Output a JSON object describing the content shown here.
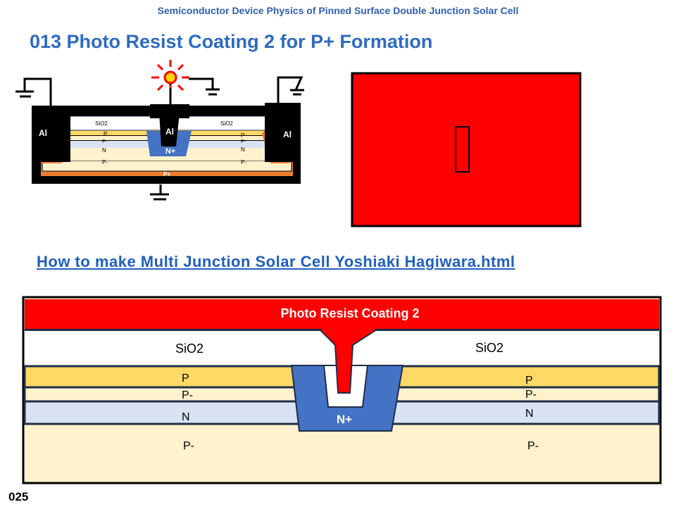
{
  "header": {
    "subtitle": "Semiconductor Device Physics of Pinned Surface Double Junction Solar Cell",
    "title": "013  Photo Resist Coating 2 for P+ Formation"
  },
  "link": {
    "text": "How to make Multi Junction Solar Cell Yoshiaki Hagiwara.html"
  },
  "small_diagram": {
    "al": "Al",
    "sio2": "SiO2",
    "p": "P",
    "pminus": "P-",
    "n": "N",
    "nplus": "N+",
    "pplus": "P+"
  },
  "large_diagram": {
    "resist": "Photo Resist Coating 2",
    "sio2": "SiO2",
    "p": "P",
    "pminus": "P-",
    "n": "N",
    "nplus": "N+"
  },
  "footer": {
    "page": "025"
  },
  "colors": {
    "resist": "#ff0000",
    "p": "#ffd966",
    "pminus": "#fff2cc",
    "n": "#dae3f3",
    "nplus": "#4472c4",
    "pplus": "#ed7d31",
    "line": "#1f2d4a"
  }
}
